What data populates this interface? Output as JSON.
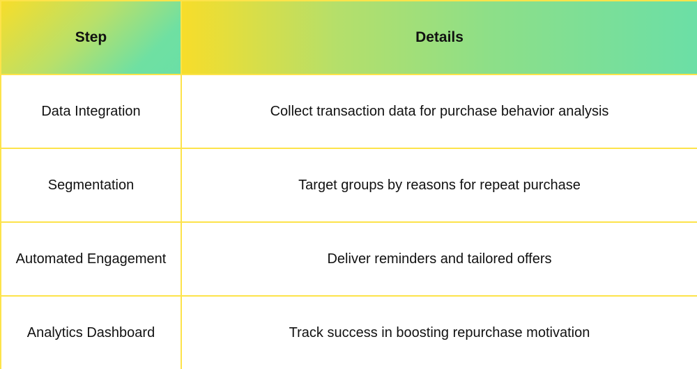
{
  "table": {
    "headers": {
      "step": "Step",
      "details": "Details"
    },
    "rows": [
      {
        "step": "Data Integration",
        "details": "Collect transaction data for purchase behavior analysis"
      },
      {
        "step": "Segmentation",
        "details": "Target groups by reasons for repeat purchase"
      },
      {
        "step": "Automated Engagement",
        "details": "Deliver reminders and tailored offers"
      },
      {
        "step": "Analytics Dashboard",
        "details": "Track success in boosting repurchase motivation"
      }
    ]
  },
  "colors": {
    "border": "#fde34a",
    "header_gradient_start": "#f7dd2a",
    "header_gradient_end": "#6adfa6",
    "text": "#111111"
  }
}
